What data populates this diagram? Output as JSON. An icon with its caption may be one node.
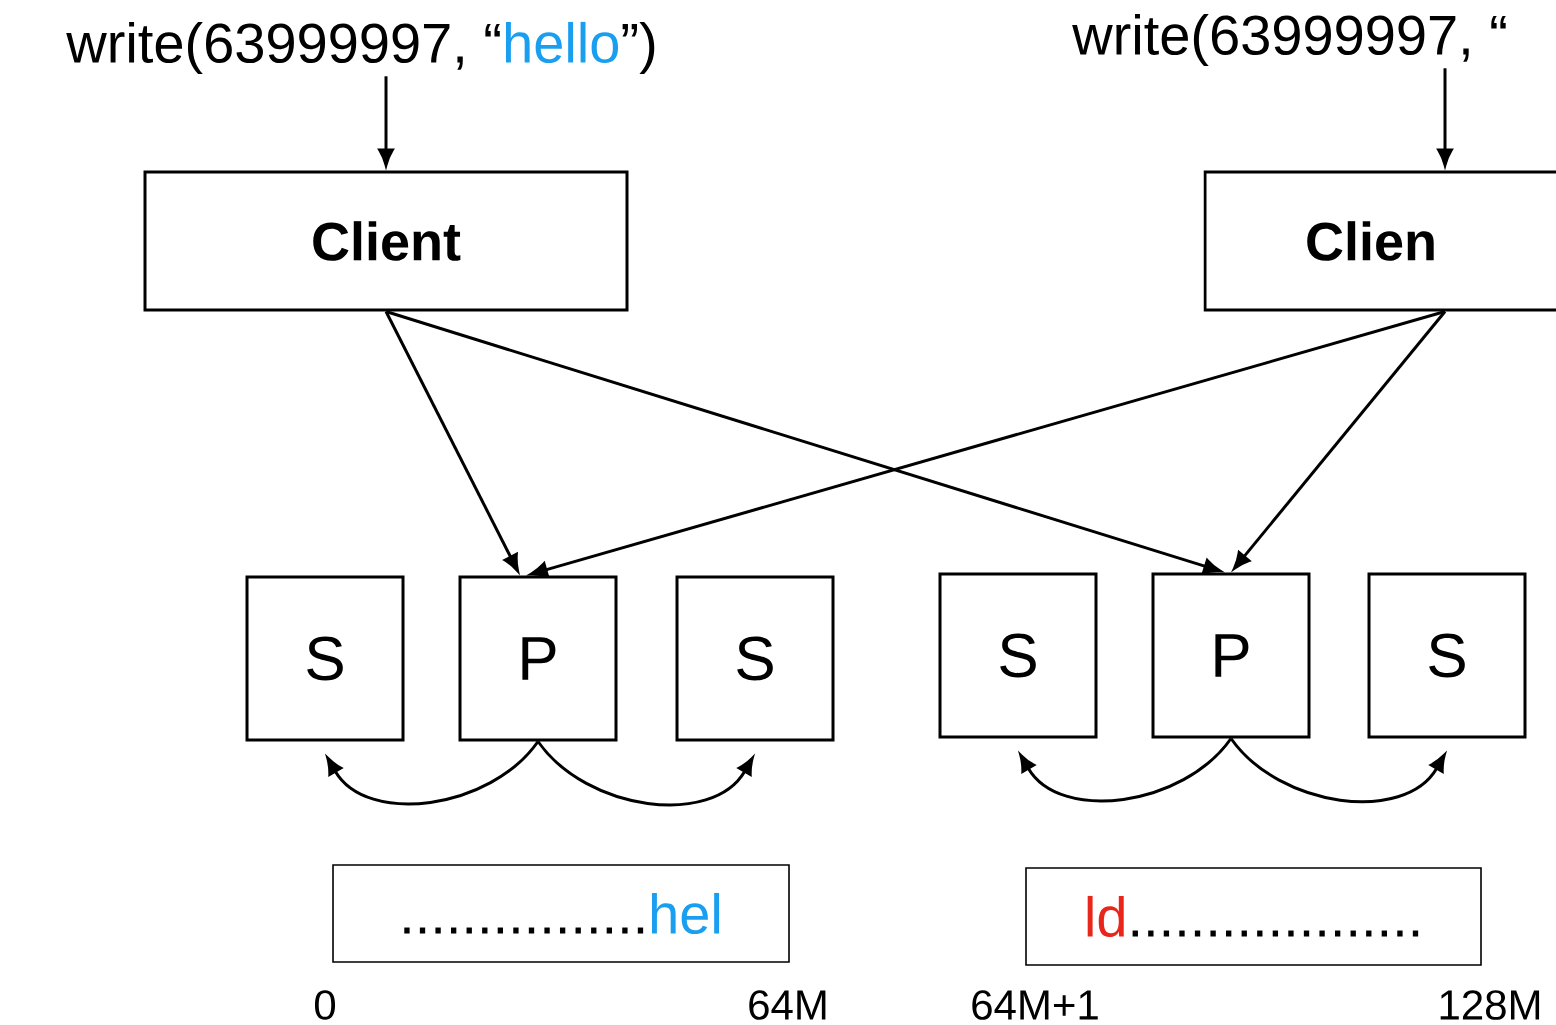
{
  "diagram": {
    "nodes": [
      {
        "text": [
          "write(63999997, “",
          "hello",
          "”)"
        ]
      },
      {
        "text": [
          "Client"
        ]
      },
      {
        "text": [
          "write(63999997, “"
        ]
      },
      {
        "text": [
          "Clien"
        ]
      },
      {
        "text": [
          "S"
        ]
      },
      {
        "text": [
          "P"
        ]
      },
      {
        "text": [
          "S"
        ]
      },
      {
        "text": [
          "S"
        ]
      },
      {
        "text": [
          "P"
        ]
      },
      {
        "text": [
          "S"
        ]
      },
      {
        "text": [
          "................",
          "hel"
        ]
      },
      {
        "text": [
          "ld",
          "..................."
        ]
      }
    ],
    "edges": [
      {
        "from": 0,
        "to": 1,
        "arrow": "to"
      },
      {
        "from": 2,
        "to": 3,
        "arrow": "to"
      },
      {
        "from": 1,
        "to": 5,
        "arrow": "to"
      },
      {
        "from": 1,
        "to": 8,
        "arrow": "to"
      },
      {
        "from": 3,
        "to": 5,
        "arrow": "to"
      },
      {
        "from": 3,
        "to": 8,
        "arrow": "to"
      },
      {
        "from": 5,
        "to": 4,
        "arrow": "to"
      },
      {
        "from": 5,
        "to": 6,
        "arrow": "to"
      },
      {
        "from": 8,
        "to": 7,
        "arrow": "to"
      },
      {
        "from": 8,
        "to": 9,
        "arrow": "to"
      }
    ],
    "labels": [
      "0",
      "64M",
      "64M+1",
      "128M"
    ]
  }
}
